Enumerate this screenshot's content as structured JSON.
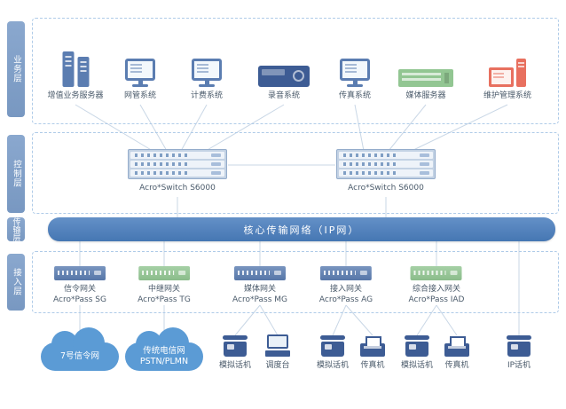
{
  "colors": {
    "layer_bar": "#7D9EC9",
    "dashed_border": "#AFCBE8",
    "bus_bar": "#4A7EBE",
    "line": "#C9D7E6",
    "blue": "#5B7DB1",
    "dark_blue": "#3D5C94",
    "orange": "#F0926B",
    "teal": "#4AAE8C",
    "green": "#92C692",
    "red": "#E8705F",
    "cloud": "#5B9BD5",
    "text": "#4A5A6A"
  },
  "layers": {
    "business": {
      "label": "业务层",
      "items": [
        {
          "label": "增值业务服务器",
          "icon": "dual-server-tower"
        },
        {
          "label": "网管系统",
          "icon": "monitor"
        },
        {
          "label": "计费系统",
          "icon": "monitor"
        },
        {
          "label": "录音系统",
          "icon": "voice-recorder"
        },
        {
          "label": "传真系统",
          "icon": "monitor"
        },
        {
          "label": "媒体服务器",
          "icon": "rack-server"
        },
        {
          "label": "维护管理系统",
          "icon": "monitor-with-tower"
        }
      ]
    },
    "control": {
      "label": "控制层",
      "switches": [
        {
          "label": "Acro*Switch S6000",
          "icon": "core-switch"
        },
        {
          "label": "Acro*Switch S6000",
          "icon": "core-switch"
        }
      ]
    },
    "transport": {
      "label": "传输层",
      "bus_label": "核心传输网络（IP网）"
    },
    "access": {
      "label": "接入层",
      "gateways": [
        {
          "name": "信令网关",
          "model": "Acro*Pass SG",
          "icon": "gateway-box"
        },
        {
          "name": "中继网关",
          "model": "Acro*Pass TG",
          "icon": "gateway-box"
        },
        {
          "name": "媒体网关",
          "model": "Acro*Pass MG",
          "icon": "gateway-box"
        },
        {
          "name": "接入网关",
          "model": "Acro*Pass AG",
          "icon": "gateway-box"
        },
        {
          "name": "综合接入网关",
          "model": "Acro*Pass IAD",
          "icon": "gateway-box"
        }
      ]
    }
  },
  "terminals": {
    "clouds": [
      {
        "label": "7号信令网"
      },
      {
        "label": "传统电信网",
        "label2": "PSTN/PLMN"
      }
    ],
    "devices": [
      {
        "label": "模拟话机",
        "icon": "analog-phone"
      },
      {
        "label": "调度台",
        "icon": "dispatch-console"
      },
      {
        "label": "模拟话机",
        "icon": "analog-phone"
      },
      {
        "label": "传真机",
        "icon": "fax-machine"
      },
      {
        "label": "模拟话机",
        "icon": "analog-phone"
      },
      {
        "label": "传真机",
        "icon": "fax-machine"
      },
      {
        "label": "IP话机",
        "icon": "ip-phone"
      }
    ]
  }
}
